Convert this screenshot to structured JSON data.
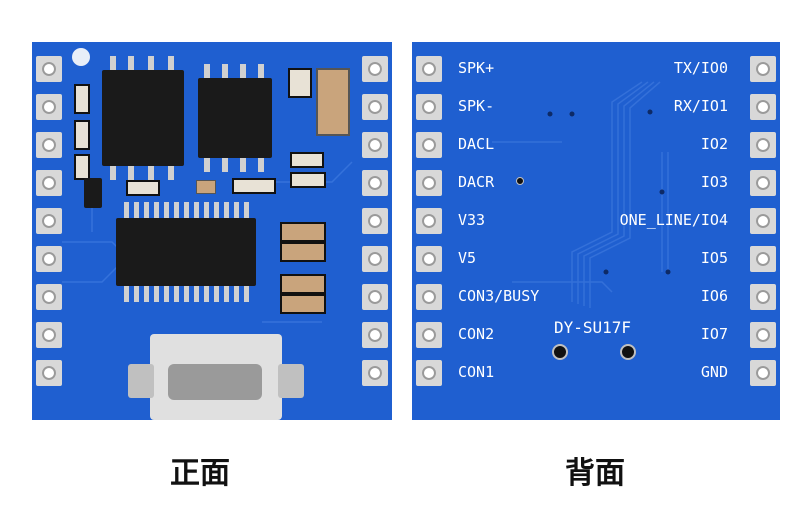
{
  "captions": {
    "front": "正面",
    "back": "背面"
  },
  "back_labels": {
    "left": [
      "SPK+",
      "SPK-",
      "DACL",
      "DACR",
      "V33",
      "V5",
      "CON3/BUSY",
      "CON2",
      "CON1"
    ],
    "right": [
      "TX/IO0",
      "RX/IO1",
      "IO2",
      "IO3",
      "ONE_LINE/IO4",
      "IO5",
      "IO6",
      "IO7",
      "GND"
    ],
    "model": "DY-SU17F"
  },
  "colors": {
    "pcb": "#1f5fd0",
    "pad": "#d8d8d8"
  }
}
